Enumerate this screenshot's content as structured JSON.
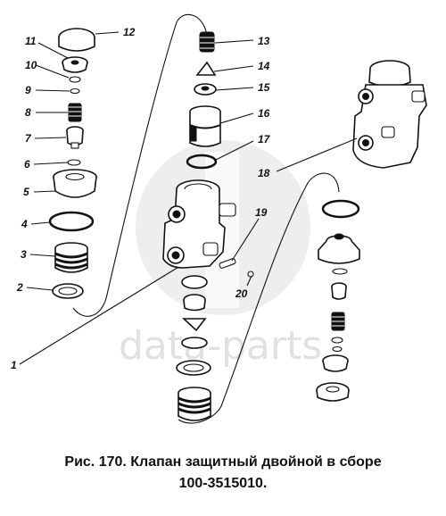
{
  "figure": {
    "caption_line1": "Рис. 170. Клапан защитный двойной в сборе",
    "caption_line2": "100-3515010."
  },
  "watermark": {
    "text": "data-parts"
  },
  "callouts": [
    "1",
    "2",
    "3",
    "4",
    "5",
    "6",
    "7",
    "8",
    "9",
    "10",
    "11",
    "12",
    "13",
    "14",
    "15",
    "16",
    "17",
    "18",
    "19",
    "20"
  ]
}
